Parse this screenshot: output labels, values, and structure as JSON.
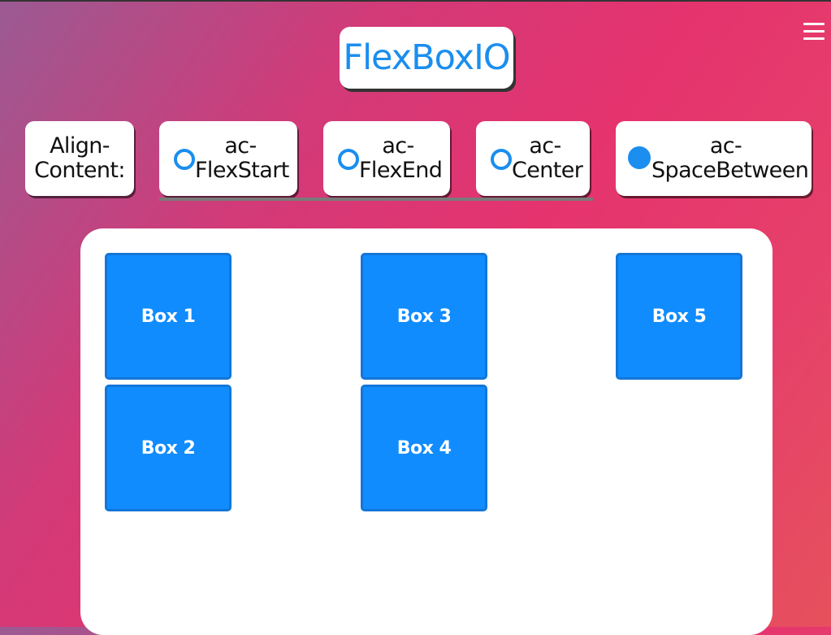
{
  "app": {
    "title": "FlexBoxIO"
  },
  "menu": {
    "icon": "hamburger-menu-icon"
  },
  "property": {
    "label_line1": "Align-",
    "label_line2": "Content:"
  },
  "options": [
    {
      "line1": "ac-",
      "line2": "FlexStart",
      "selected": false
    },
    {
      "line1": "ac-",
      "line2": "FlexEnd",
      "selected": false
    },
    {
      "line1": "ac-",
      "line2": "Center",
      "selected": false
    },
    {
      "line1": "ac-",
      "line2": "SpaceBetween",
      "selected": true
    }
  ],
  "boxes": [
    {
      "label": "Box 1"
    },
    {
      "label": "Box 2"
    },
    {
      "label": "Box 3"
    },
    {
      "label": "Box 4"
    },
    {
      "label": "Box 5"
    }
  ],
  "colors": {
    "accent": "#1b8eef",
    "box_fill": "#108cff",
    "box_border": "#1376d8"
  }
}
